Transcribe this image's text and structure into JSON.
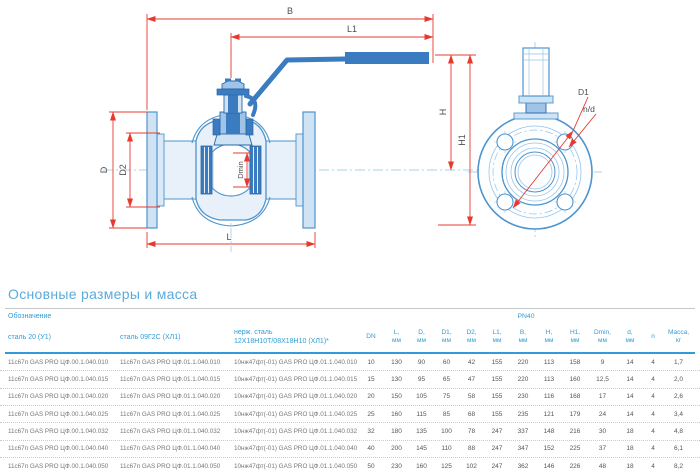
{
  "drawing": {
    "dim_labels": {
      "B": "B",
      "L1": "L1",
      "D": "D",
      "D2": "D2",
      "Dmin": "Dmin",
      "L": "L",
      "H": "H",
      "H1": "H1",
      "D1": "D1",
      "nd": "n/d"
    },
    "colors": {
      "outline_blue": "#4e94ce",
      "fill_light": "#e8f1fa",
      "fill_flange": "#cfe3f4",
      "dark_blue": "#3a7cbf",
      "dimension_red": "#e8392f",
      "centerline": "#90c3e8"
    }
  },
  "table": {
    "title": "Основные размеры и масса",
    "designation_header": "Обозначение",
    "pn_header": "PN40",
    "designation_columns": [
      "сталь 20 (У1)",
      "сталь 09Г2С (ХЛ1)",
      "нерж. сталь\n12Х18Н10Т/08Х18Н10 (ХЛ1)*"
    ],
    "dim_columns": [
      {
        "name": "DN",
        "unit": ""
      },
      {
        "name": "L,",
        "unit": "мм"
      },
      {
        "name": "D,",
        "unit": "мм"
      },
      {
        "name": "D1,",
        "unit": "мм"
      },
      {
        "name": "D2,",
        "unit": "мм"
      },
      {
        "name": "L1,",
        "unit": "мм"
      },
      {
        "name": "B,",
        "unit": "мм"
      },
      {
        "name": "H,",
        "unit": "мм"
      },
      {
        "name": "H1,",
        "unit": "мм"
      },
      {
        "name": "Dmin,",
        "unit": "мм"
      },
      {
        "name": "d,",
        "unit": "мм"
      },
      {
        "name": "n",
        "unit": ""
      },
      {
        "name": "Масса,",
        "unit": "кг"
      }
    ],
    "rows": [
      {
        "d1": "11с67п GAS PRO ЦФ.00.1.040.010",
        "d2": "11с67п GAS PRO ЦФ.01.1.040.010",
        "d3": "10нж47фт(-01) GAS PRO ЦФ.01.1.040.010",
        "values": [
          "10",
          "130",
          "90",
          "60",
          "42",
          "155",
          "220",
          "113",
          "158",
          "9",
          "14",
          "4",
          "1,7"
        ]
      },
      {
        "d1": "11с67п GAS PRO ЦФ.00.1.040.015",
        "d2": "11с67п GAS PRO ЦФ.01.1.040.015",
        "d3": "10нж47фт(-01) GAS PRO ЦФ.01.1.040.015",
        "values": [
          "15",
          "130",
          "95",
          "65",
          "47",
          "155",
          "220",
          "113",
          "160",
          "12,5",
          "14",
          "4",
          "2,0"
        ]
      },
      {
        "d1": "11с67п GAS PRO ЦФ.00.1.040.020",
        "d2": "11с67п GAS PRO ЦФ.01.1.040.020",
        "d3": "10нж47фт(-01) GAS PRO ЦФ.01.1.040.020",
        "values": [
          "20",
          "150",
          "105",
          "75",
          "58",
          "155",
          "230",
          "116",
          "168",
          "17",
          "14",
          "4",
          "2,6"
        ]
      },
      {
        "d1": "11с67п GAS PRO ЦФ.00.1.040.025",
        "d2": "11с67п GAS PRO ЦФ.01.1.040.025",
        "d3": "10нж47фт(-01) GAS PRO ЦФ.01.1.040.025",
        "values": [
          "25",
          "160",
          "115",
          "85",
          "68",
          "155",
          "235",
          "121",
          "179",
          "24",
          "14",
          "4",
          "3,4"
        ]
      },
      {
        "d1": "11с67п GAS PRO ЦФ.00.1.040.032",
        "d2": "11с67п GAS PRO ЦФ.01.1.040.032",
        "d3": "10нж47фт(-01) GAS PRO ЦФ.01.1.040.032",
        "values": [
          "32",
          "180",
          "135",
          "100",
          "78",
          "247",
          "337",
          "148",
          "216",
          "30",
          "18",
          "4",
          "4,8"
        ]
      },
      {
        "d1": "11с67п GAS PRO ЦФ.00.1.040.040",
        "d2": "11с67п GAS PRO ЦФ.01.1.040.040",
        "d3": "10нж47фт(-01) GAS PRO ЦФ.01.1.040.040",
        "values": [
          "40",
          "200",
          "145",
          "110",
          "88",
          "247",
          "347",
          "152",
          "225",
          "37",
          "18",
          "4",
          "6,1"
        ]
      },
      {
        "d1": "11с67п GAS PRO ЦФ.00.1.040.050",
        "d2": "11с67п GAS PRO ЦФ.01.1.040.050",
        "d3": "10нж47фт(-01) GAS PRO ЦФ.01.1.040.050",
        "values": [
          "50",
          "230",
          "160",
          "125",
          "102",
          "247",
          "362",
          "146",
          "226",
          "48",
          "18",
          "4",
          "8,2"
        ]
      }
    ]
  }
}
